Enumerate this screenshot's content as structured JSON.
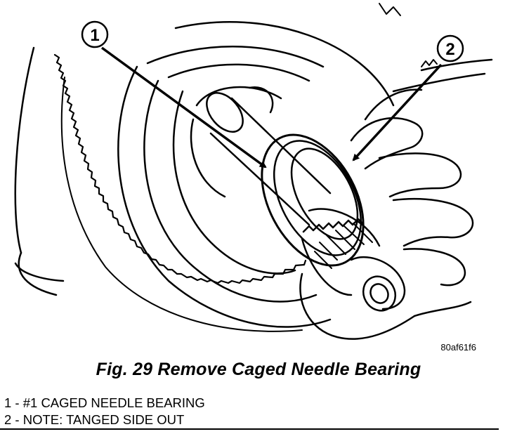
{
  "figure": {
    "callouts": [
      {
        "number": "1"
      },
      {
        "number": "2"
      }
    ],
    "code": "80af61f6"
  },
  "caption": "Fig. 29 Remove Caged Needle Bearing",
  "legend": [
    {
      "text": "1 - #1 CAGED NEEDLE BEARING"
    },
    {
      "text": "2 - NOTE: TANGED SIDE OUT"
    }
  ]
}
